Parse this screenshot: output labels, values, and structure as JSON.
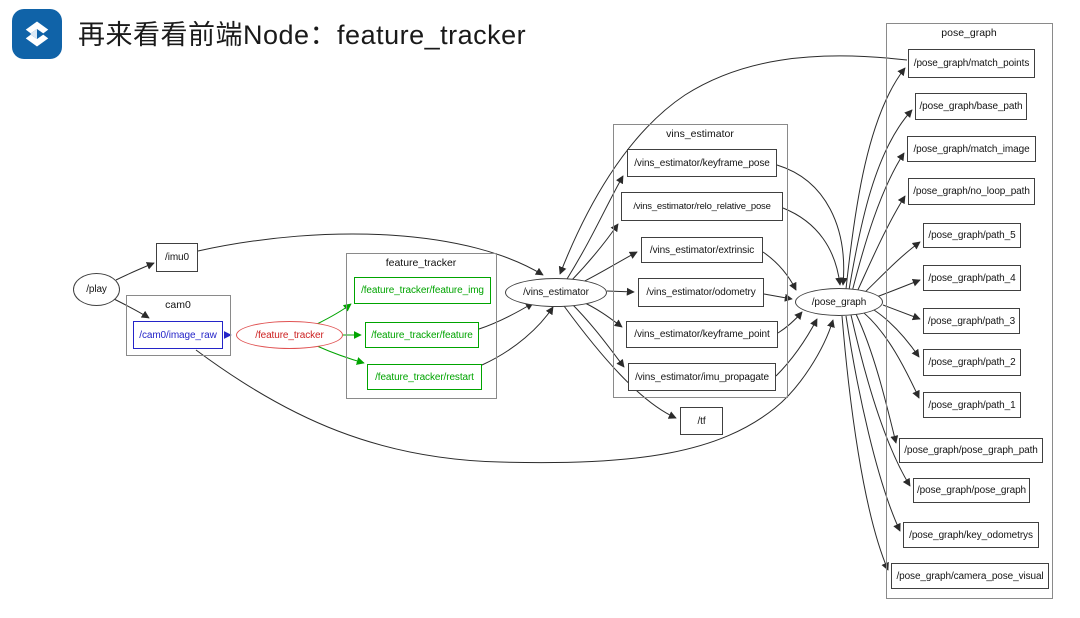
{
  "header": {
    "title": "再来看看前端Node：feature_tracker",
    "logo_name": "blue-s-logo"
  },
  "colors": {
    "logo_blue": "#1063a8",
    "topic_blue": "#2424c8",
    "node_red": "#cc1f1f",
    "publish_green": "#00a400",
    "edge_black": "#2b2b2b",
    "group_border_gray": "#8a8a8a"
  },
  "graph": {
    "groups": {
      "cam0": {
        "label": "cam0"
      },
      "feature_tracker": {
        "label": "feature_tracker"
      },
      "vins_estimator": {
        "label": "vins_estimator"
      },
      "pose_graph": {
        "label": "pose_graph"
      }
    },
    "nodes": {
      "play": {
        "label": "/play"
      },
      "imu0": {
        "label": "/imu0"
      },
      "cam0_image_raw": {
        "label": "/cam0/image_raw"
      },
      "feature_tracker_node": {
        "label": "/feature_tracker"
      },
      "feature_img": {
        "label": "/feature_tracker/feature_img"
      },
      "feature": {
        "label": "/feature_tracker/feature"
      },
      "restart": {
        "label": "/feature_tracker/restart"
      },
      "vins_estimator_node": {
        "label": "/vins_estimator"
      },
      "keyframe_pose": {
        "label": "/vins_estimator/keyframe_pose"
      },
      "relo_relative_pose": {
        "label": "/vins_estimator/relo_relative_pose"
      },
      "extrinsic": {
        "label": "/vins_estimator/extrinsic"
      },
      "odometry": {
        "label": "/vins_estimator/odometry"
      },
      "keyframe_point": {
        "label": "/vins_estimator/keyframe_point"
      },
      "imu_propagate": {
        "label": "/vins_estimator/imu_propagate"
      },
      "tf": {
        "label": "/tf"
      },
      "pose_graph_node": {
        "label": "/pose_graph"
      },
      "match_points": {
        "label": "/pose_graph/match_points"
      },
      "base_path": {
        "label": "/pose_graph/base_path"
      },
      "match_image": {
        "label": "/pose_graph/match_image"
      },
      "no_loop_path": {
        "label": "/pose_graph/no_loop_path"
      },
      "path_5": {
        "label": "/pose_graph/path_5"
      },
      "path_4": {
        "label": "/pose_graph/path_4"
      },
      "path_3": {
        "label": "/pose_graph/path_3"
      },
      "path_2": {
        "label": "/pose_graph/path_2"
      },
      "path_1": {
        "label": "/pose_graph/path_1"
      },
      "pose_graph_path": {
        "label": "/pose_graph/pose_graph_path"
      },
      "pose_graph_topic": {
        "label": "/pose_graph/pose_graph"
      },
      "key_odometrys": {
        "label": "/pose_graph/key_odometrys"
      },
      "camera_pose_visual": {
        "label": "/pose_graph/camera_pose_visual"
      }
    }
  }
}
